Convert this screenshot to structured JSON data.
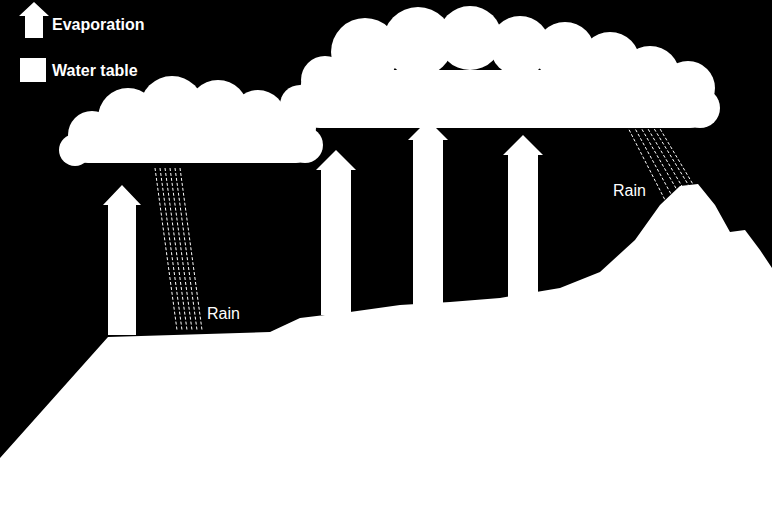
{
  "diagram": {
    "labels": [
      "Rain",
      "Rain"
    ],
    "legend": [
      {
        "text": "Evaporation"
      },
      {
        "text": "Water table",
        "color": "#ffffff"
      }
    ]
  }
}
